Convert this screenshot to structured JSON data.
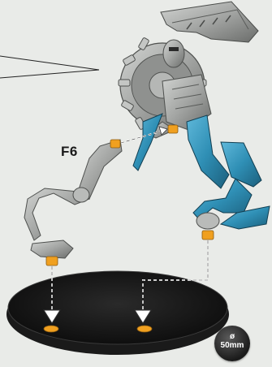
{
  "diagram": {
    "step_label": "F6",
    "base_size_symbol": "ø",
    "base_size_value": "50mm"
  },
  "colors": {
    "background": "#e9ebe8",
    "metal": "#a8aaa8",
    "metal_dark": "#6e706e",
    "armor_blue": "#2f8fb5",
    "peg_orange": "#f0a020",
    "base_black": "#151515",
    "arrow_white": "#ffffff"
  },
  "icons": [
    "arrow-down-icon",
    "peg-icon",
    "base-socket-icon"
  ]
}
